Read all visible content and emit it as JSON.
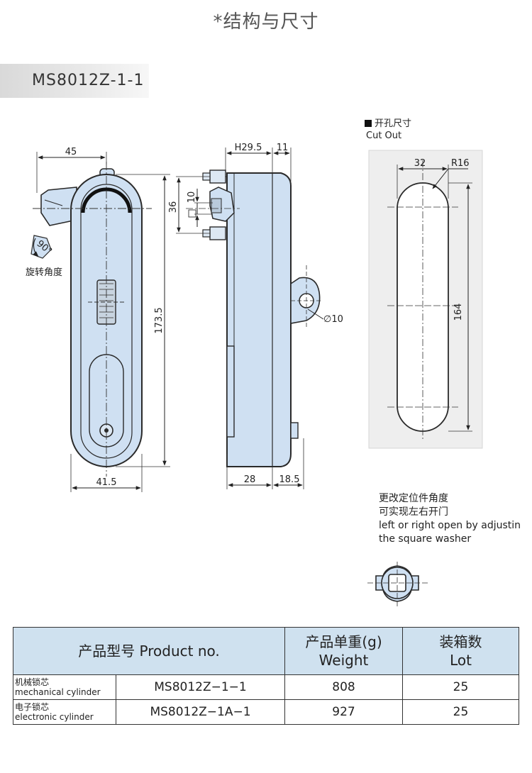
{
  "heading": "*结构与尺寸",
  "model_tab": "MS8012Z-1-1",
  "drawing": {
    "front": {
      "dim_top": "45",
      "dim_height": "173.5",
      "dim_bottom": "41.5",
      "rotation_angle": "90°",
      "rotation_label": "旋转角度"
    },
    "side": {
      "dim_h": "H29.5",
      "dim_11": "11",
      "dim_36": "36",
      "dim_10": "10",
      "dim_hole": "∅10",
      "dim_28": "28",
      "dim_18_5": "18.5"
    },
    "cutout": {
      "title_cn": "开孔尺寸",
      "title_en": "Cut Out",
      "dim_32": "32",
      "dim_r16": "R16",
      "dim_164": "164"
    }
  },
  "note": {
    "line1": "更改定位件角度",
    "line2": "可实现左右开门",
    "line3": "left or right open by adjustin",
    "line4": "the square washer"
  },
  "table": {
    "header_model": "产品型号 Product no.",
    "header_weight_cn": "产品单重(g)",
    "header_weight_en": "Weight",
    "header_lot_cn": "装箱数",
    "header_lot_en": "Lot",
    "rows": [
      {
        "type_cn": "机械锁芯",
        "type_en": "mechanical cylinder",
        "model": "MS8012Z−1−1",
        "weight": "808",
        "lot": "25"
      },
      {
        "type_cn": "电子锁芯",
        "type_en": "electronic  cylinder",
        "model": "MS8012Z−1A−1",
        "weight": "927",
        "lot": "25"
      }
    ]
  },
  "colors": {
    "part_fill": "#cfe0f2",
    "part_stroke": "#2a2a2a",
    "cutout_bg": "#eeeeee",
    "table_header": "#cfe1ef"
  }
}
